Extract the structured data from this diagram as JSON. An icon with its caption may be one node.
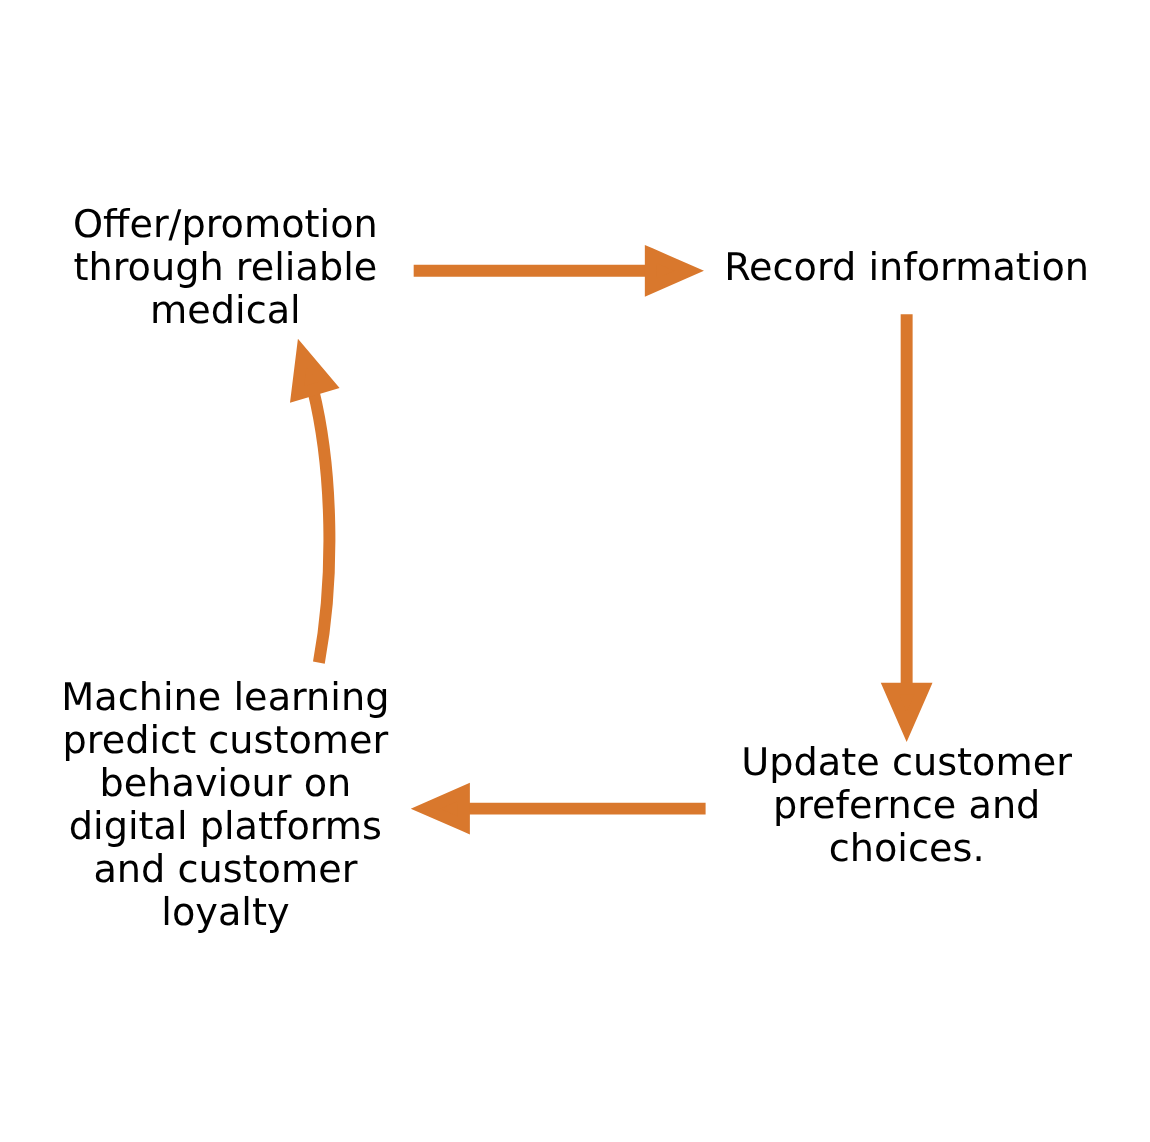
{
  "diagram": {
    "nodes": [
      {
        "text": [
          "Offer/promotion through reliable medical"
        ]
      },
      {
        "text": [
          "Record information"
        ]
      },
      {
        "text": [
          "Update customer prefernce and choices."
        ]
      },
      {
        "text": [
          "Machine learning predict customer behaviour on digital platforms and customer loyalty"
        ]
      }
    ],
    "edges": [
      {
        "from": 0,
        "to": 1,
        "arrow": "to"
      },
      {
        "from": 1,
        "to": 2,
        "arrow": "to"
      },
      {
        "from": 2,
        "to": 3,
        "arrow": "to"
      },
      {
        "from": 3,
        "to": 0,
        "arrow": "to"
      }
    ]
  }
}
